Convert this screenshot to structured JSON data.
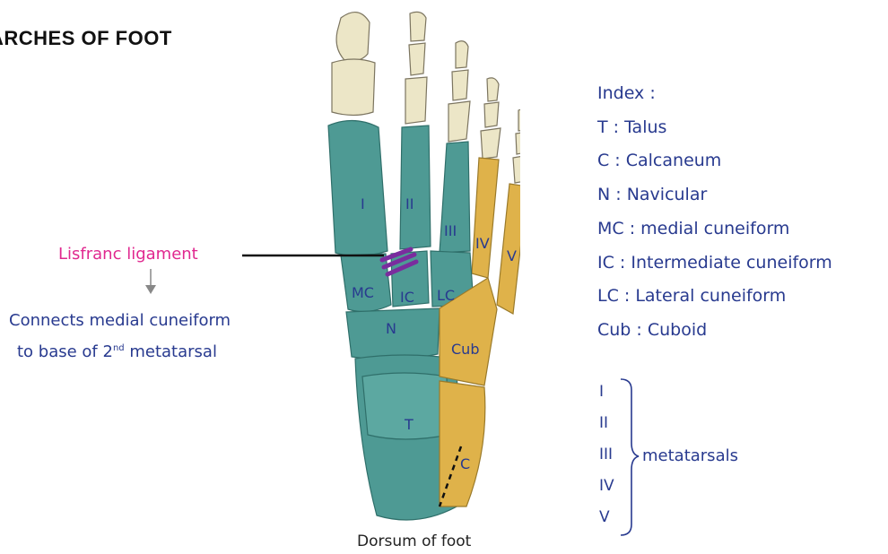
{
  "title": "ARCHES OF FOOT",
  "caption": "Dorsum of foot",
  "ligament": {
    "label": "Lisfranc ligament",
    "description_line1": "Connects medial cuneiform",
    "description_line2": "to base of 2",
    "description_sup": "nd",
    "description_line2_end": " metatarsal"
  },
  "index": {
    "heading": "Index :",
    "items": [
      "T : Talus",
      "C : Calcaneum",
      "N : Navicular",
      "MC : medial cuneiform",
      "IC : Intermediate cuneiform",
      "LC : Lateral cuneiform",
      "Cub : Cuboid"
    ]
  },
  "metatarsals": {
    "numerals": [
      "I",
      "II",
      "III",
      "IV",
      "V"
    ],
    "label": "metatarsals"
  },
  "bone_labels": {
    "I": "I",
    "II": "II",
    "III": "III",
    "IV": "IV",
    "V": "V",
    "MC": "MC",
    "IC": "IC",
    "LC": "LC",
    "N": "N",
    "Cub": "Cub",
    "T": "T",
    "C": "C"
  },
  "colors": {
    "teal": "#4e9a94",
    "teal_dark": "#2f6f6a",
    "yellow": "#dfb24a",
    "bone": "#ece6c7",
    "label_blue": "#283a8f",
    "ligament_purple": "#7a2c9e",
    "pink": "#e0288f"
  }
}
